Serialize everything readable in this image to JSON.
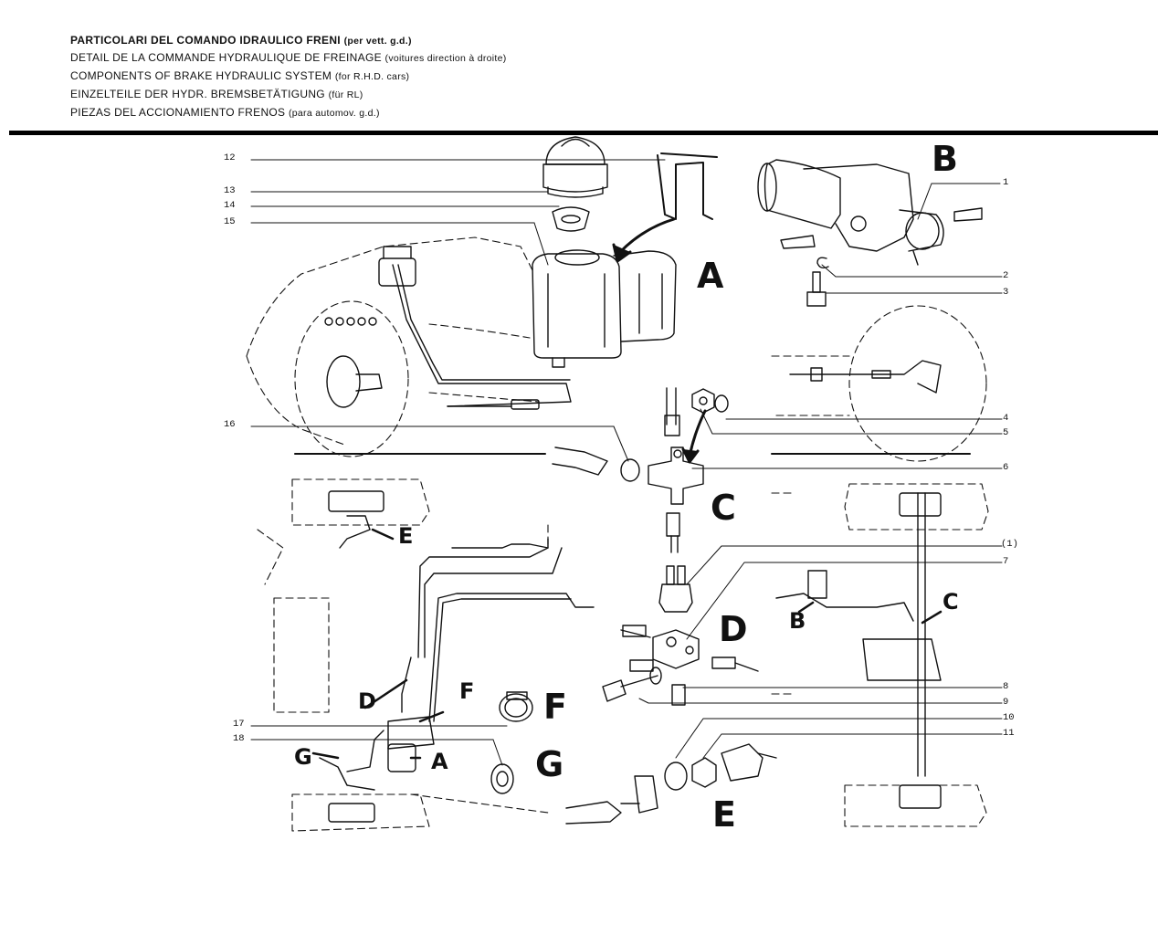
{
  "header": {
    "lines": [
      {
        "main": "PARTICOLARI DEL COMANDO IDRAULICO FRENI",
        "note": "(per vett. g.d.)"
      },
      {
        "main": "DETAIL DE LA COMMANDE HYDRAULIQUE DE FREINAGE",
        "note": "(voitures direction à droite)"
      },
      {
        "main": "COMPONENTS OF BRAKE HYDRAULIC SYSTEM",
        "note": "(for R.H.D. cars)"
      },
      {
        "main": "EINZELTEILE DER HYDR. BREMSBETÄTIGUNG",
        "note": "(für RL)"
      },
      {
        "main": "PIEZAS DEL ACCIONAMIENTO FRENOS",
        "note": "(para automov. g.d.)"
      }
    ]
  },
  "part_numbers": {
    "n1": "1",
    "n2": "2",
    "n3": "3",
    "n4": "4",
    "n5": "5",
    "n6": "6",
    "n1b": "(1)",
    "n7": "7",
    "n8": "8",
    "n9": "9",
    "n10": "10",
    "n11": "11",
    "n12": "12",
    "n13": "13",
    "n14": "14",
    "n15": "15",
    "n16": "16",
    "n17": "17",
    "n18": "18"
  },
  "group_letters": {
    "A": "A",
    "B": "B",
    "C": "C",
    "D": "D",
    "E": "E",
    "F": "F",
    "G": "G"
  },
  "callouts": {
    "left_E": "E",
    "left_D": "D",
    "left_F": "F",
    "left_A": "A",
    "left_G": "G",
    "right_B": "B",
    "right_C": "C"
  }
}
